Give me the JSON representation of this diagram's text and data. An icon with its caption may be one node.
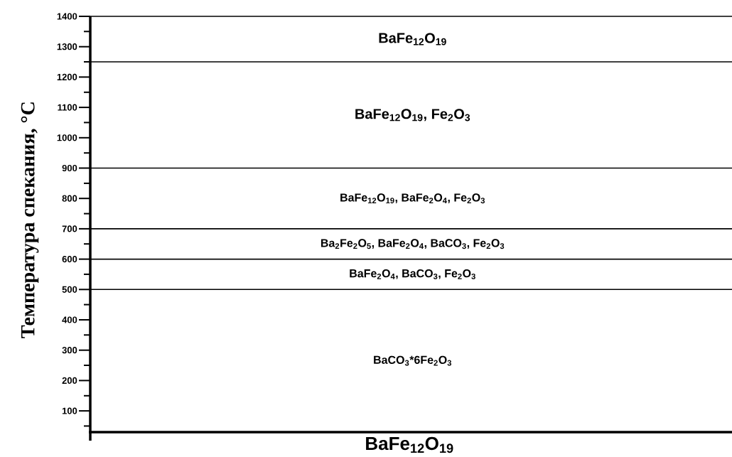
{
  "diagram": {
    "nodes": [
      {
        "text": [
          "BaFe$_{12}$O$_{19}$"
        ]
      },
      {
        "text": [
          "BaFe$_{12}$O$_{19}$, Fe$_{2}$O$_{3}$"
        ]
      },
      {
        "text": [
          "BaFe$_{12}$O$_{19}$, BaFe$_{2}$O$_{4}$, Fe$_{2}$O$_{3}$"
        ]
      },
      {
        "text": [
          "Ba$_{2}$Fe$_{2}$O$_{5}$, BaFe$_{2}$O$_{4}$, BaCO$_{3}$, Fe$_{2}$O$_{3}$"
        ]
      },
      {
        "text": [
          "BaFe$_{2}$O$_{4}$, BaCO$_{3}$, Fe$_{2}$O$_{3}$"
        ]
      },
      {
        "text": [
          "BaCO$_{3}$*6Fe$_{2}$O$_{3}$"
        ]
      }
    ],
    "labels": [
      "Температура спекания, °С",
      "1400",
      "1300",
      "1200",
      "1100",
      "1000",
      "900",
      "800",
      "700",
      "600",
      "500",
      "400",
      "300",
      "200",
      "100",
      "BaFe$_{12}$O$_{19}$"
    ]
  }
}
